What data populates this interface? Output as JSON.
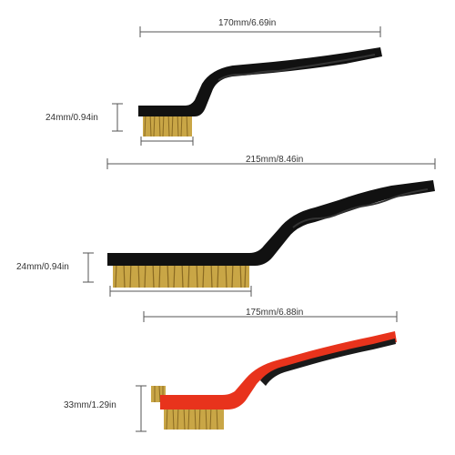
{
  "dimensions": {
    "brush1_length": "170mm/6.69in",
    "brush1_width": "24mm/0.94in",
    "brush2_length": "215mm/8.46in",
    "brush2_width": "24mm/0.94in",
    "brush3_length": "175mm/6.88in",
    "brush3_width": "33mm/1.29in"
  },
  "colors": {
    "dimension_line": "#555555",
    "handle_black": "#111111",
    "handle_red": "#e8331c",
    "bristle_brass": "#c9a646",
    "bristle_dark": "#8a6a22"
  }
}
